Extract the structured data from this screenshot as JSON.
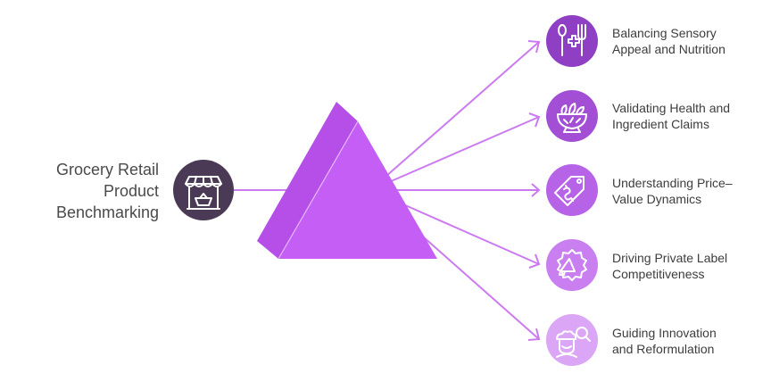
{
  "source": {
    "title_lines": [
      "Grocery Retail",
      "Product",
      "Benchmarking"
    ],
    "icon": "market-stall-icon",
    "color": "#4b3a56"
  },
  "prism": {
    "color_face": "#c45ef5",
    "color_side": "#b54fe8"
  },
  "arrow_color": "#cc7af0",
  "outputs": [
    {
      "lines": [
        "Balancing Sensory",
        "Appeal and Nutrition"
      ],
      "icon": "spoon-fork-health-icon",
      "color": "#8f3fc4"
    },
    {
      "lines": [
        "Validating Health and",
        "Ingredient Claims"
      ],
      "icon": "salad-bowl-icon",
      "color": "#a24fd6"
    },
    {
      "lines": [
        "Understanding Price–",
        "Value Dynamics"
      ],
      "icon": "price-tag-icon",
      "color": "#b763e8"
    },
    {
      "lines": [
        "Driving Private Label",
        "Competitiveness"
      ],
      "icon": "megaphone-badge-icon",
      "color": "#c97ff0"
    },
    {
      "lines": [
        "Guiding Innovation",
        "and Reformulation"
      ],
      "icon": "chef-search-icon",
      "color": "#dba6f5"
    }
  ]
}
